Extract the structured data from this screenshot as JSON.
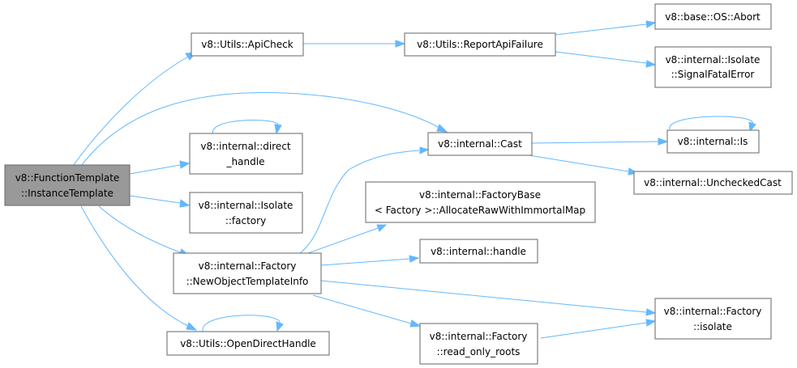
{
  "colors": {
    "edge": "#63b8ff",
    "node_border": "#666666",
    "root_fill": "#999999",
    "node_fill": "#ffffff"
  },
  "nodes": {
    "root": {
      "lines": [
        "v8::FunctionTemplate",
        "::InstanceTemplate"
      ]
    },
    "apicheck": {
      "lines": [
        "v8::Utils::ApiCheck"
      ]
    },
    "report": {
      "lines": [
        "v8::Utils::ReportApiFailure"
      ]
    },
    "abort": {
      "lines": [
        "v8::base::OS::Abort"
      ]
    },
    "signal": {
      "lines": [
        "v8::internal::Isolate",
        "::SignalFatalError"
      ]
    },
    "cast": {
      "lines": [
        "v8::internal::Cast"
      ]
    },
    "is": {
      "lines": [
        "v8::internal::Is"
      ]
    },
    "unchecked": {
      "lines": [
        "v8::internal::UncheckedCast"
      ]
    },
    "direct": {
      "lines": [
        "v8::internal::direct",
        "_handle"
      ]
    },
    "factory": {
      "lines": [
        "v8::internal::Isolate",
        "::factory"
      ]
    },
    "allocate": {
      "lines": [
        "v8::internal::FactoryBase",
        "< Factory >::AllocateRawWithImmortalMap"
      ]
    },
    "handle": {
      "lines": [
        "v8::internal::handle"
      ]
    },
    "newobj": {
      "lines": [
        "v8::internal::Factory",
        "::NewObjectTemplateInfo"
      ]
    },
    "fisolate": {
      "lines": [
        "v8::internal::Factory",
        "::isolate"
      ]
    },
    "readonly": {
      "lines": [
        "v8::internal::Factory",
        "::read_only_roots"
      ]
    },
    "opendirect": {
      "lines": [
        "v8::Utils::OpenDirectHandle"
      ]
    }
  }
}
